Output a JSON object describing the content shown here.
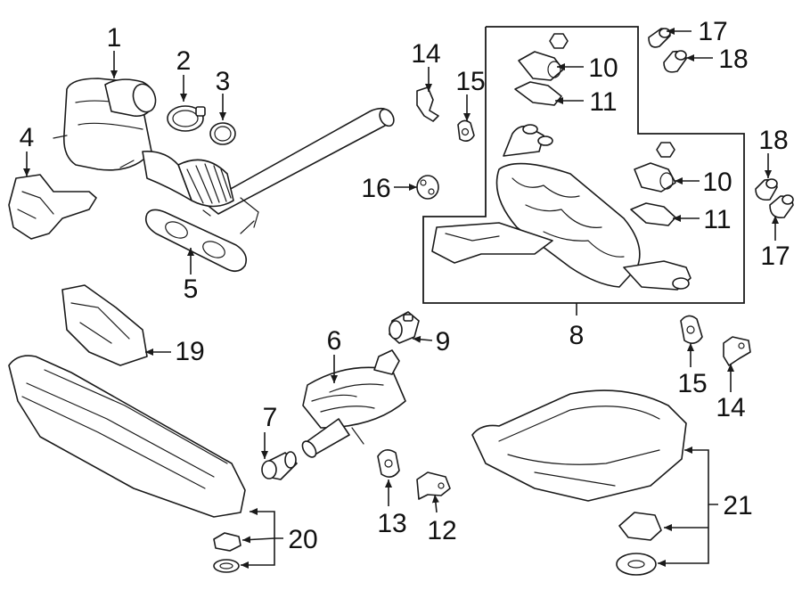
{
  "callouts": {
    "c1": "1",
    "c2": "2",
    "c3": "3",
    "c4": "4",
    "c5": "5",
    "c6": "6",
    "c7": "7",
    "c8": "8",
    "c9": "9",
    "c10a": "10",
    "c10b": "10",
    "c11a": "11",
    "c11b": "11",
    "c12": "12",
    "c13": "13",
    "c14a": "14",
    "c14b": "14",
    "c15a": "15",
    "c15b": "15",
    "c16": "16",
    "c17a": "17",
    "c17b": "17",
    "c18a": "18",
    "c18b": "18",
    "c19": "19",
    "c20": "20",
    "c21": "21"
  },
  "colors": {
    "line": "#1a1a1a",
    "background": "#ffffff"
  }
}
